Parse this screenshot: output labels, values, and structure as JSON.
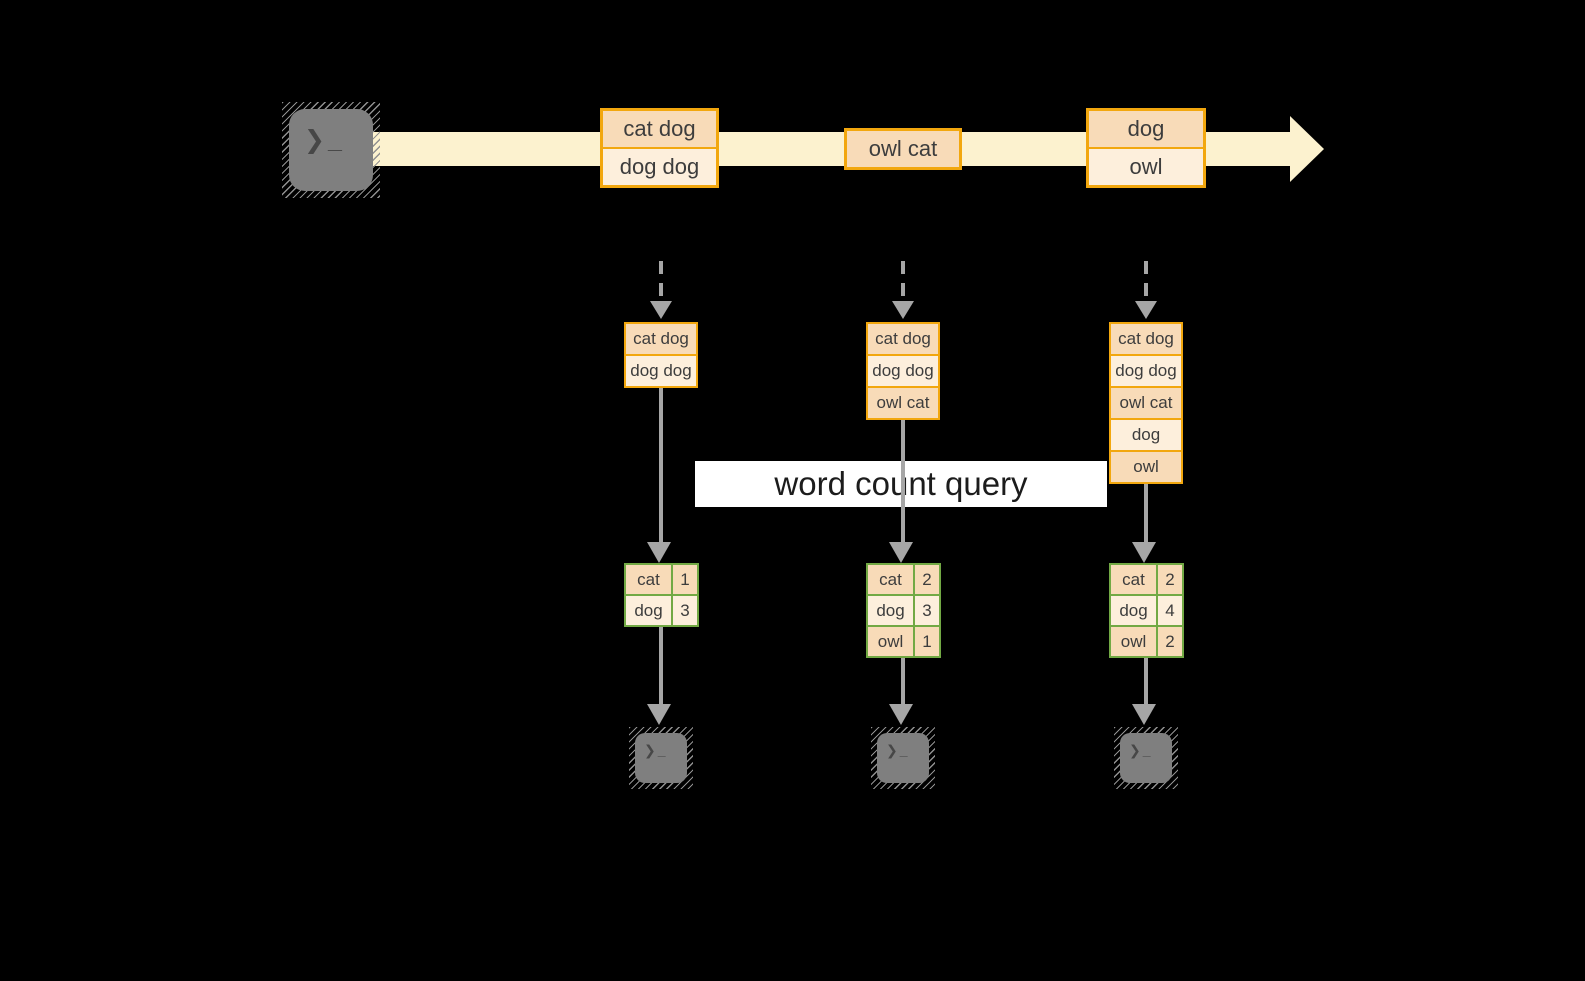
{
  "colors": {
    "background": "#000000",
    "stream_fill": "#fcf2cf",
    "batch_border": "#f2a70e",
    "batch_row_odd": "#f8dbb8",
    "batch_row_even": "#fdefdc",
    "table_border": "#72a944",
    "table_row_odd": "#e4ebda",
    "table_row_even": "#f0f4ec",
    "arrow_gray": "#a6a6a6",
    "terminal_fill": "#7f7f7f",
    "query_box_bg": "#ffffff",
    "text_dark": "#3d3d3d"
  },
  "terminal_prompt": "❯_",
  "query_label": "word count query",
  "stream": {
    "batches": [
      {
        "rows": [
          "cat dog",
          "dog dog"
        ]
      },
      {
        "rows": [
          "owl cat"
        ]
      },
      {
        "rows": [
          "dog",
          "owl"
        ]
      }
    ]
  },
  "columns": [
    {
      "input_rows": [
        "cat dog",
        "dog dog"
      ],
      "counts": [
        {
          "word": "cat",
          "count": "1"
        },
        {
          "word": "dog",
          "count": "3"
        }
      ]
    },
    {
      "input_rows": [
        "cat dog",
        "dog dog",
        "owl cat"
      ],
      "counts": [
        {
          "word": "cat",
          "count": "2"
        },
        {
          "word": "dog",
          "count": "3"
        },
        {
          "word": "owl",
          "count": "1"
        }
      ]
    },
    {
      "input_rows": [
        "cat dog",
        "dog dog",
        "owl cat",
        "dog",
        "owl"
      ],
      "counts": [
        {
          "word": "cat",
          "count": "2"
        },
        {
          "word": "dog",
          "count": "4"
        },
        {
          "word": "owl",
          "count": "2"
        }
      ]
    }
  ]
}
